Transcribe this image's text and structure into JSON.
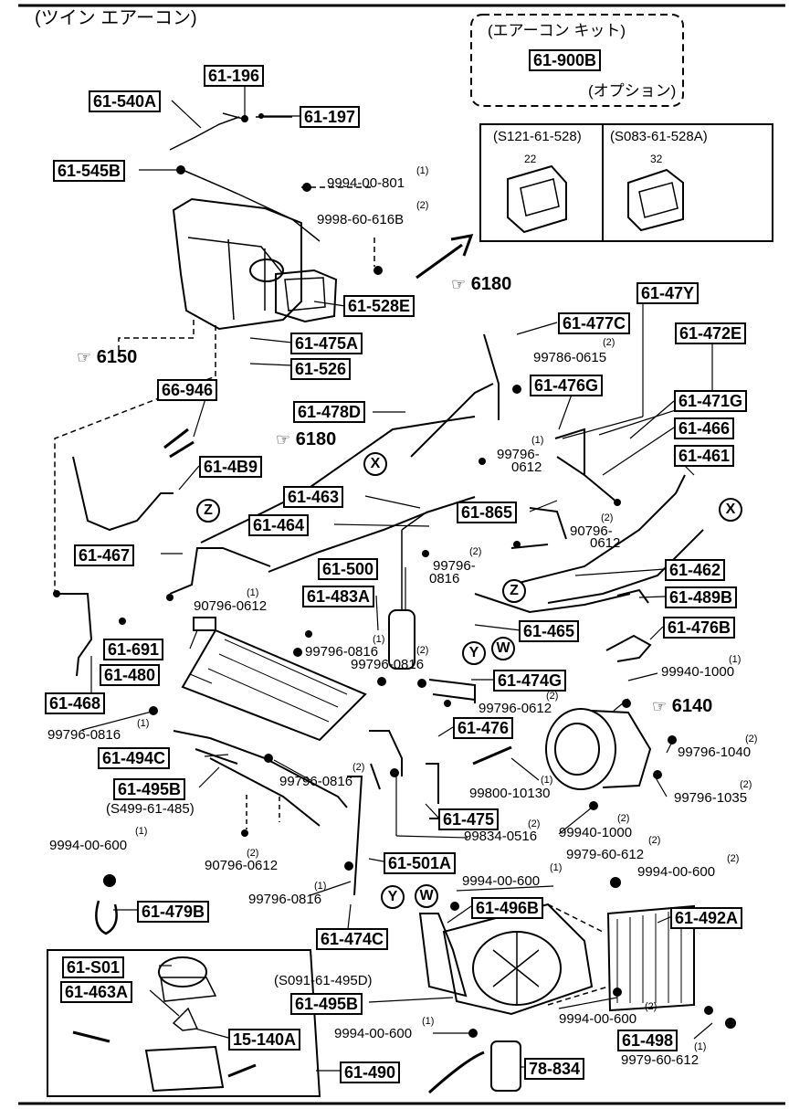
{
  "header": {
    "title": "(ツイン エアーコン)"
  },
  "kit": {
    "title": "(エアーコン キット)",
    "part": "61-900B",
    "note": "(オプション)"
  },
  "inset": {
    "left_label": "(S121-61-528)",
    "right_label": "(S083-61-528A)",
    "left_dim": "22",
    "right_dim": "32"
  },
  "boxed_parts": {
    "p61_196": "61-196",
    "p61_540A": "61-540A",
    "p61_197": "61-197",
    "p61_545B": "61-545B",
    "p61_528E": "61-528E",
    "p61_475A": "61-475A",
    "p61_526": "61-526",
    "p66_946": "66-946",
    "p61_478D": "61-478D",
    "p61_47Y": "61-47Y",
    "p61_477C": "61-477C",
    "p61_472E": "61-472E",
    "p61_476G": "61-476G",
    "p61_471G": "61-471G",
    "p61_466": "61-466",
    "p61_461": "61-461",
    "p61_4B9": "61-4B9",
    "p61_463": "61-463",
    "p61_865": "61-865",
    "p61_464": "61-464",
    "p61_467": "61-467",
    "p61_500": "61-500",
    "p61_462": "61-462",
    "p61_483A": "61-483A",
    "p61_489B": "61-489B",
    "p61_465": "61-465",
    "p61_476B": "61-476B",
    "p61_691": "61-691",
    "p61_480": "61-480",
    "p61_474G": "61-474G",
    "p61_468": "61-468",
    "p61_476": "61-476",
    "p61_494C": "61-494C",
    "p61_495B_upper": "61-495B",
    "p61_475": "61-475",
    "p61_501A": "61-501A",
    "p61_479B": "61-479B",
    "p61_496B": "61-496B",
    "p61_492A": "61-492A",
    "p61_474C": "61-474C",
    "p61_501": "61-S01",
    "p61_463A": "61-463A",
    "p61_495B_lower": "61-495B",
    "p15_140A": "15-140A",
    "p61_498": "61-498",
    "p61_490": "61-490",
    "p78_834": "78-834"
  },
  "refs": {
    "r6150": "6150",
    "r6180a": "6180",
    "r6180b": "6180",
    "r6140": "6140"
  },
  "circles": {
    "x1": "X",
    "x2": "X",
    "z1": "Z",
    "z2": "Z",
    "y1": "Y",
    "w1": "W",
    "y2": "Y",
    "w2": "W"
  },
  "numbers": {
    "n9994_00_801": "9994-00-801",
    "q801": "(1)",
    "n9998_60_616B": "9998-60-616B",
    "q616B": "(2)",
    "n99786_0615": "99786-0615",
    "q0615": "(2)",
    "n99796_0612_a": "99796-",
    "n99796_0612_a2": "0612",
    "q0612a": "(1)",
    "n90796_0612_a": "90796-",
    "n90796_0612_a2": "0612",
    "q90796a": "(2)",
    "n99796_0816_a": "99796-",
    "n99796_0816_a2": "0816",
    "q0816a": "(2)",
    "n90796_0612_b": "90796-0612",
    "q90796b": "(1)",
    "n99796_0816_b": "99796-0816",
    "q0816b": "(1)",
    "n99796_0816_c": "99796-0816",
    "q0816c": "(2)",
    "n99940_1000_a": "99940-1000",
    "q99940a": "(1)",
    "n99796_0612_c": "99796-0612",
    "q0612c": "(2)",
    "n99796_0816_d": "99796-0816",
    "q0816d": "(1)",
    "n99796_1040": "99796-1040",
    "q1040": "(2)",
    "n99796_0816_e": "99796-0816",
    "q0816e": "(2)",
    "n99800_10130": "99800-10130",
    "q10130": "(1)",
    "n99796_1035": "99796-1035",
    "q1035": "(2)",
    "n99834_0516": "99834-0516",
    "q0516": "(2)",
    "n99940_1000_b": "99940-1000",
    "q99940b": "(2)",
    "n9994_00_600_a": "9994-00-600",
    "q600a": "(1)",
    "n90796_0612_c": "90796-0612",
    "q90796c": "(2)",
    "n9979_60_612_a": "9979-60-612",
    "q612a": "(2)",
    "n9994_00_600_b": "9994-00-600",
    "q600b": "(1)",
    "n9994_00_600_c": "9994-00-600",
    "q600c": "(2)",
    "n99796_0816_f": "99796-0816",
    "q0816f": "(1)",
    "n9994_00_600_d": "9994-00-600",
    "q600d": "(2)",
    "n9994_00_600_e": "9994-00-600",
    "q600e": "(1)",
    "n9979_60_612_b": "9979-60-612",
    "q612b": "(1)",
    "s499": "(S499-61-485)",
    "s091": "(S091-61-495D)"
  }
}
